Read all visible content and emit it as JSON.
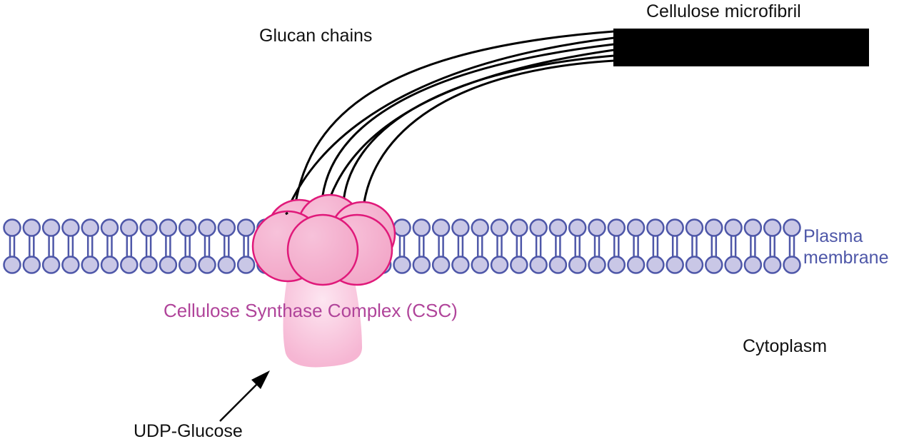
{
  "labels": {
    "glucan_chains": "Glucan chains",
    "cellulose_microfibril": "Cellulose microfibril",
    "plasma_membrane_line1": "Plasma",
    "plasma_membrane_line2": "membrane",
    "csc": "Cellulose Synthase Complex (CSC)",
    "cytoplasm": "Cytoplasm",
    "udp_glucose": "UDP-Glucose"
  },
  "colors": {
    "lipid_fill": "#c9c7e6",
    "lipid_stroke": "#4e57a8",
    "csc_fill": "#f2a9cb",
    "csc_stroke": "#e0197a",
    "csc_label": "#b0449a",
    "microfibril": "#000000",
    "chains": "#000000"
  },
  "membrane": {
    "lipid_pairs": 41
  },
  "csc": {
    "subunits": 6
  },
  "glucan_chains": {
    "count": 6
  }
}
